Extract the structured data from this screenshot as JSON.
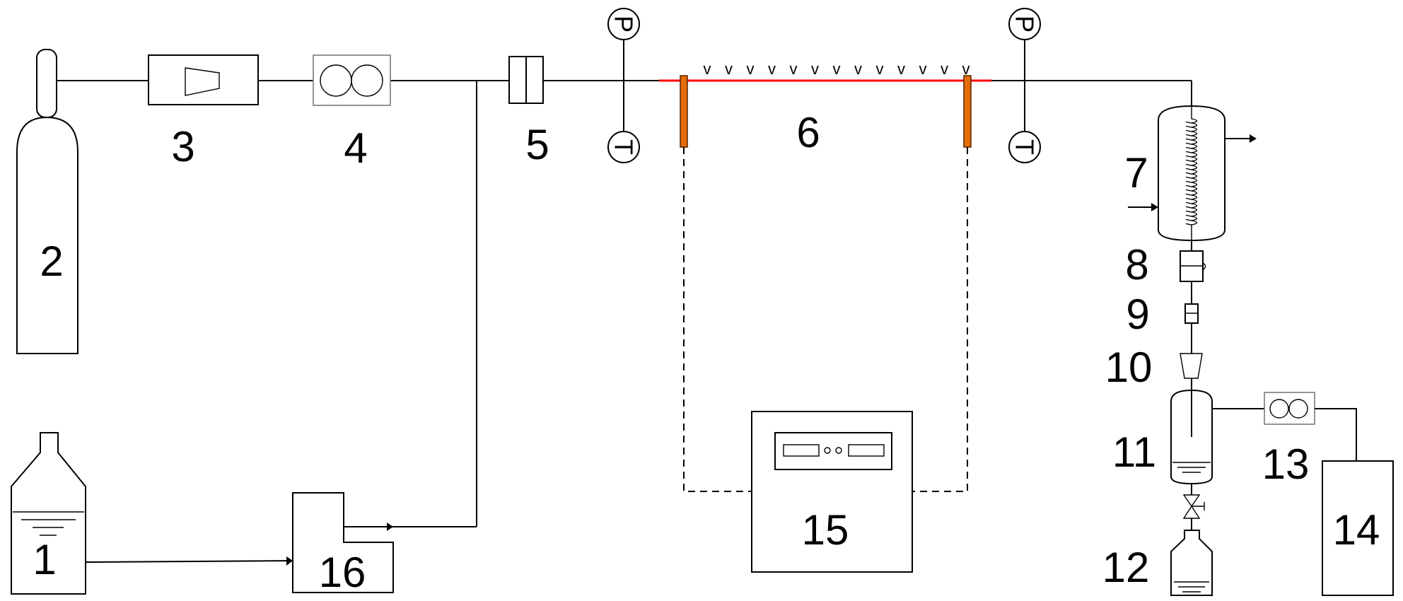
{
  "labels": {
    "n1": "1",
    "n2": "2",
    "n3": "3",
    "n4": "4",
    "n5": "5",
    "n6": "6",
    "n7": "7",
    "n8": "8",
    "n9": "9",
    "n10": "10",
    "n11": "11",
    "n12": "12",
    "n13": "13",
    "n14": "14",
    "n15": "15",
    "n16": "16"
  },
  "gauges": {
    "pressure": "P",
    "temperature": "T"
  },
  "spray_marks": [
    "v",
    "v",
    "v",
    "v",
    "v",
    "v",
    "v",
    "v",
    "v",
    "v",
    "v",
    "v",
    "v"
  ],
  "colors": {
    "line": "#000000",
    "heater_wire": "#ff0000",
    "electrode": "#e46c0a",
    "electrode_border": "#5a2500"
  }
}
